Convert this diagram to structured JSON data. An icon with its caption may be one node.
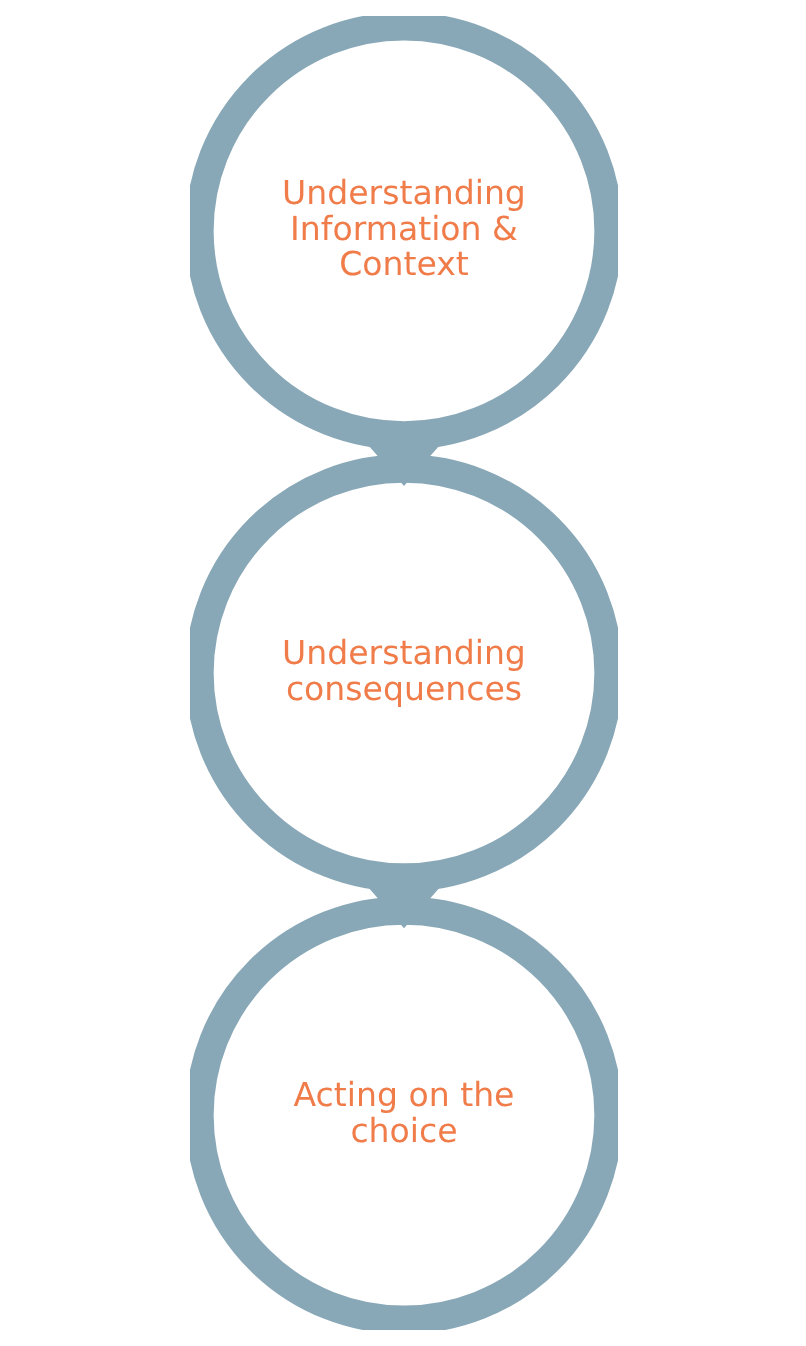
{
  "diagram": {
    "nodes": [
      {
        "text": [
          "Understanding Information & Context"
        ]
      },
      {
        "text": [
          "Understanding consequences"
        ]
      },
      {
        "text": [
          "Acting on the choice"
        ]
      }
    ],
    "edges": [
      {
        "from": 0,
        "to": 1,
        "arrow": "to",
        "style": "thick"
      },
      {
        "from": 1,
        "to": 2,
        "arrow": "to",
        "style": "thick"
      }
    ]
  }
}
